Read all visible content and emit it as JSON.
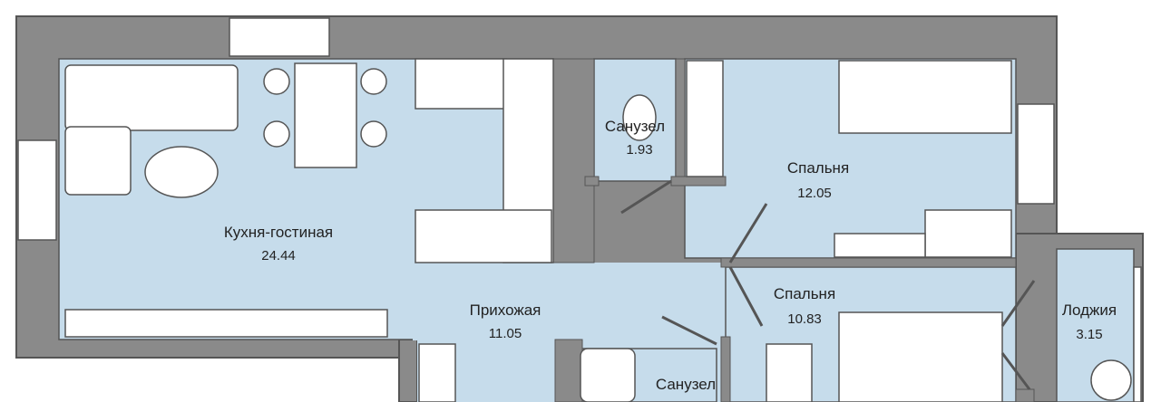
{
  "colors": {
    "wall": "#8a8a8a",
    "outline": "#555555",
    "floor": "#c6dceb",
    "furniture": "#ffffff"
  },
  "rooms": [
    {
      "name": "Кухня-гостиная",
      "area": "24.44"
    },
    {
      "name": "Санузел",
      "area": "1.93"
    },
    {
      "name": "Спальня",
      "area": "12.05"
    },
    {
      "name": "Прихожая",
      "area": "11.05"
    },
    {
      "name": "Спальня",
      "area": "10.83"
    },
    {
      "name": "Лоджия",
      "area": "3.15"
    },
    {
      "name": "Санузел",
      "area": ""
    }
  ]
}
